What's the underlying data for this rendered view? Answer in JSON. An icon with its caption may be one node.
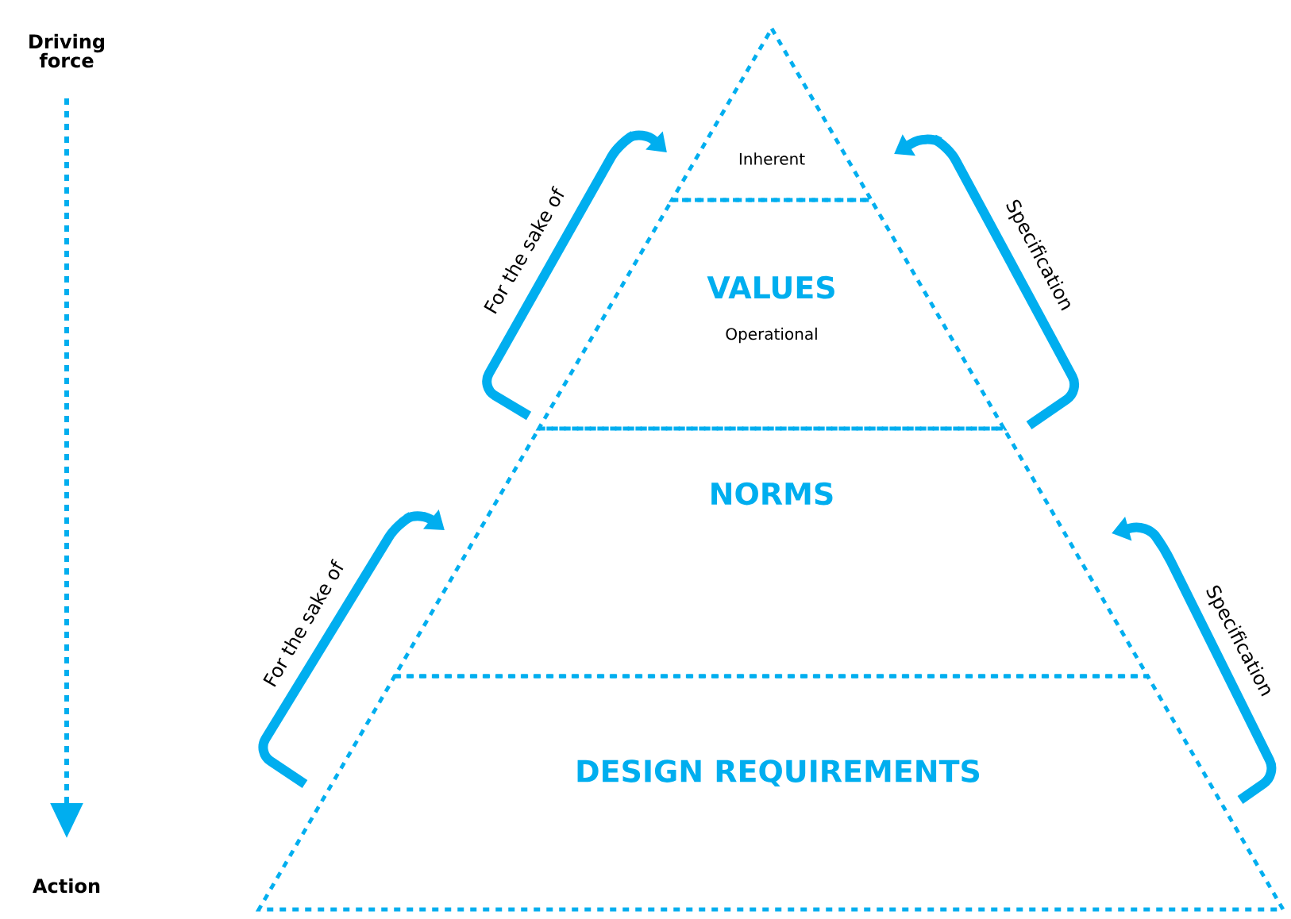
{
  "diagram": {
    "nodes": [
      {
        "text": [
          "Inherent"
        ]
      },
      {
        "text": [
          "VALUES",
          "Operational"
        ]
      },
      {
        "text": [
          "NORMS"
        ]
      },
      {
        "text": [
          "DESIGN REQUIREMENTS"
        ]
      },
      {
        "text": [
          "Driving force"
        ]
      },
      {
        "text": [
          "Action"
        ]
      }
    ],
    "edges": [
      {
        "from": 1,
        "to": 0,
        "arrow": "to",
        "label": "For the sake of"
      },
      {
        "from": 1,
        "to": 0,
        "arrow": "to",
        "label": "Specification"
      },
      {
        "from": 3,
        "to": 2,
        "arrow": "to",
        "label": "For the sake of"
      },
      {
        "from": 3,
        "to": 2,
        "arrow": "to",
        "label": "Specification"
      },
      {
        "from": 4,
        "to": 5,
        "arrow": "to",
        "style": "dashed"
      }
    ]
  }
}
